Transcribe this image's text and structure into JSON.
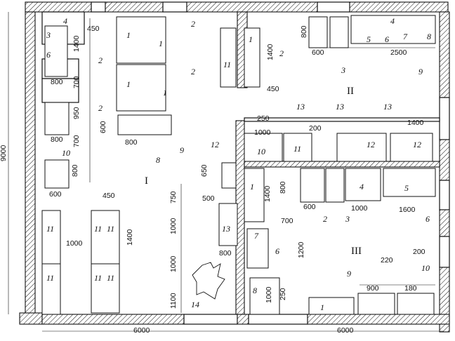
{
  "rooms": {
    "r1": "I",
    "r2": "II",
    "r3": "III"
  },
  "dims": {
    "d9000": "9000",
    "d6000a": "6000",
    "d6000b": "6000",
    "d450a": "450",
    "d1400a": "1400",
    "d700a": "700",
    "d800a": "800",
    "d950": "950",
    "d700b": "700",
    "d800b": "800",
    "d800c": "800",
    "d600a": "600",
    "d600b": "600",
    "d800d": "800",
    "d1400b": "1400",
    "d450b": "450",
    "d800e": "800",
    "d600c": "600",
    "d2500": "2500",
    "d250a": "250",
    "d1000a": "1000",
    "d200a": "200",
    "d1400c": "1400",
    "d650": "650",
    "d750": "750",
    "d500": "500",
    "d1000b": "1000",
    "d1000c": "1000",
    "d1100": "1100",
    "d800f": "800",
    "d450c": "450",
    "d1000d": "1000",
    "d1400d": "1400",
    "d1400e": "1400",
    "d800g": "800",
    "d600d": "600",
    "d700c": "700",
    "d1000e": "1000",
    "d1600": "1600",
    "d1200": "1200",
    "d1000f": "1000",
    "d250b": "250",
    "d220": "220",
    "d200b": "200",
    "d900": "900",
    "d180": "180"
  },
  "callouts": {
    "c4a": "4",
    "c3": "3",
    "c6a": "6",
    "c2a": "2",
    "c2b": "2",
    "c2c": "2",
    "c2d": "2",
    "c1a": "1",
    "c1b": "1",
    "c1c": "1",
    "c1d": "1",
    "c11a": "11",
    "c1e": "1",
    "c2e": "2",
    "c3b": "3",
    "c4b": "4",
    "c5a": "5",
    "c6b": "6",
    "c7a": "7",
    "c8a": "8",
    "c9a": "9",
    "c8b": "8",
    "c9b": "9",
    "c10a": "10",
    "c13a": "13",
    "c13b": "13",
    "c13c": "13",
    "c10b": "10",
    "c11b": "11",
    "c12a": "12",
    "c12b": "12",
    "c12c": "12",
    "c1f": "1",
    "c2f": "2",
    "c3c": "3",
    "c4c": "4",
    "c5b": "5",
    "c6c": "6",
    "c11c": "11",
    "c11d": "11",
    "c11e": "11",
    "c11f": "11",
    "c11g": "11",
    "c11h": "11",
    "c13d": "13",
    "c7b": "7",
    "c6d": "6",
    "c8c": "8",
    "c14": "14",
    "c9c": "9",
    "c10c": "10",
    "c1g": "1"
  }
}
